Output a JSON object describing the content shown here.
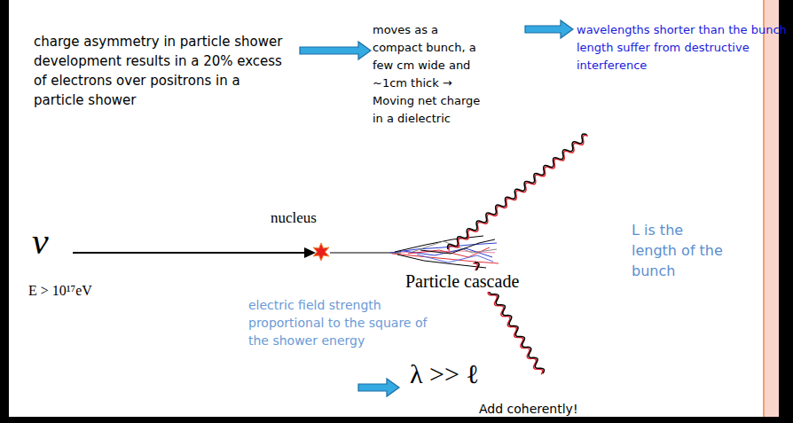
{
  "diagram": {
    "labels": [
      "charge asymmetry in particle shower development results in a 20% excess of electrons over positrons in a particle shower",
      "moves as a compact bunch, a few cm wide and ~1cm thick → Moving net charge in a dielectric",
      "wavelengths shorter than the bunch length suffer from destructive interference",
      "ν",
      "E > 10¹⁷eV",
      "nucleus",
      "Particle cascade",
      "L is the length of the bunch",
      "electric field strength proportional to the square of the shower energy",
      "λ >> ℓ",
      "Add coherently!"
    ]
  }
}
